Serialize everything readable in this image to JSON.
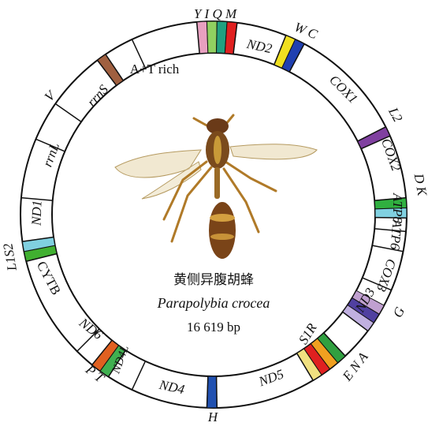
{
  "center": {
    "chinese_name": "黄侧异腹胡蜂",
    "species": "Parapolybia crocea",
    "genome_size": "16 619 bp"
  },
  "ring_labels": {
    "at_rich": "A+T rich",
    "rrnS": "rrnS",
    "rrnL": "rrnL",
    "ND2": "ND2",
    "COX1": "COX1",
    "COX2": "COX2",
    "ATP8": "ATP8",
    "ATP6": "ATP6",
    "COX3": "COX3",
    "ND3": "ND3",
    "ND5": "ND5",
    "ND4": "ND4",
    "ND4L": "ND4L",
    "ND6": "ND6",
    "CYTB": "CYTB",
    "ND1": "ND1"
  },
  "outer_labels": {
    "YIQM": "Y I Q M",
    "WC": "W C",
    "L2": "L2",
    "DK": "D K",
    "G": "G",
    "ENA": "E N A",
    "S1R": "S1R",
    "H": "H",
    "PT": "P T",
    "L1S2": "L1S2",
    "V": "V"
  },
  "colors": {
    "trnY": "#e8a0c0",
    "trnI": "#90d060",
    "trnQ": "#20a080",
    "trnM": "#e02020",
    "trnW": "#f0e020",
    "trnC": "#2040b0",
    "trnL2": "#8040a0",
    "trnD": "#30b040",
    "trnK": "#80d0e0",
    "trnG": "#c0a0d0",
    "trnR": "#5040a0",
    "trnS1": "#c0b0e0",
    "trnA": "#30a040",
    "trnN": "#f0a020",
    "trnE": "#e02020",
    "trnF": "#f0e080",
    "trnH": "#2050b0",
    "trnP": "#e06020",
    "trnT": "#40b050",
    "trnS2": "#40b030",
    "trnL1": "#80d0e0",
    "trnV": "#a06040"
  }
}
